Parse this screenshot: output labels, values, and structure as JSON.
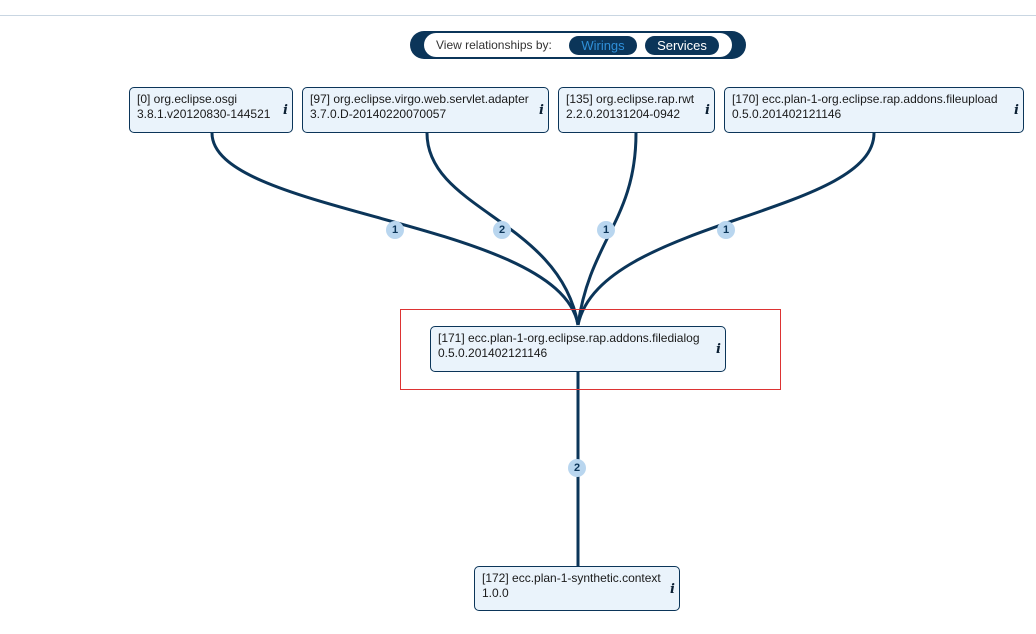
{
  "relationships": {
    "label": "View relationships by:",
    "wirings_label": "Wirings",
    "services_label": "Services"
  },
  "nodes": {
    "n0": {
      "name": "[0] org.eclipse.osgi",
      "version": "3.8.1.v20120830-144521"
    },
    "n97": {
      "name": "[97] org.eclipse.virgo.web.servlet.adapter",
      "version": "3.7.0.D-20140220070057"
    },
    "n135": {
      "name": "[135] org.eclipse.rap.rwt",
      "version": "2.2.0.20131204-0942"
    },
    "n170": {
      "name": "[170] ecc.plan-1-org.eclipse.rap.addons.fileupload",
      "version": "0.5.0.201402121146"
    },
    "n171": {
      "name": "[171] ecc.plan-1-org.eclipse.rap.addons.filedialog",
      "version": "0.5.0.201402121146"
    },
    "n172": {
      "name": "[172] ecc.plan-1-synthetic.context",
      "version": "1.0.0"
    }
  },
  "info_glyph": "i",
  "edges": {
    "e0": "1",
    "e97": "2",
    "e135": "1",
    "e170": "1",
    "e172": "2"
  },
  "colors": {
    "edge": "#0b3559",
    "node_fill": "#eaf3fb",
    "badge": "#b9d6ef",
    "highlight": "#dd3333"
  }
}
